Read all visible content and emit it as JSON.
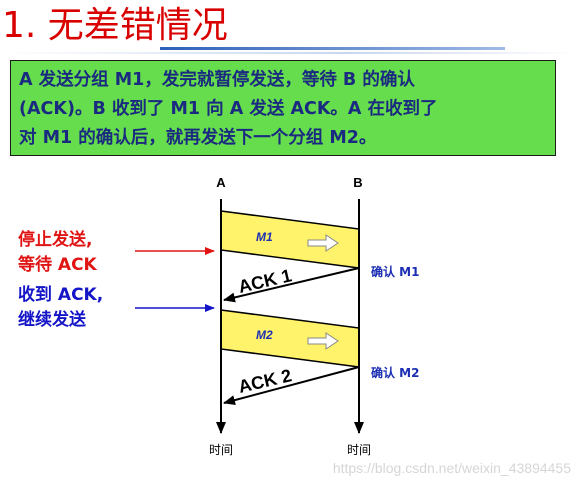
{
  "title": "1. 无差错情况",
  "description": {
    "lines": [
      "A 发送分组 M1，发完就暂停发送，等待 B 的确认",
      "(ACK)。B 收到了 M1 向 A 发送  ACK。A 在收到了",
      "对 M1 的确认后，就再发送下一个分组  M2。"
    ]
  },
  "diagram": {
    "node_a": "A",
    "node_b": "B",
    "time_a": "时间",
    "time_b": "时间",
    "frame1": "M1",
    "frame2": "M2",
    "ack1": "ACK 1",
    "ack2": "ACK 2",
    "confirm1": "确认 M1",
    "confirm2": "确认 M2",
    "annotation_stop": [
      "停止发送,",
      "等待 ACK"
    ],
    "annotation_resume": [
      "收到 ACK,",
      "继续发送"
    ],
    "colors": {
      "frame_fill": "#fff36b",
      "annotation_red": "#e11414",
      "annotation_blue": "#1414c8",
      "frame_label": "#1c2fb3"
    }
  },
  "watermark": "https://blog.csdn.net/weixin_43894455"
}
